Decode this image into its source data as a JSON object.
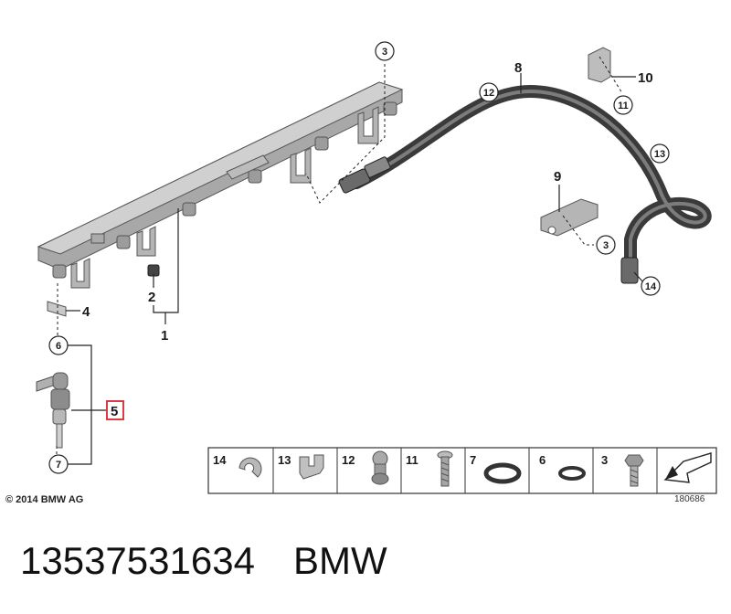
{
  "callouts": {
    "c1": "1",
    "c2": "2",
    "c3a": "3",
    "c4": "4",
    "c5": "5",
    "c6": "6",
    "c7": "7",
    "c8": "8",
    "c9": "9",
    "c10": "10",
    "c11": "11",
    "c12": "12",
    "c13": "13",
    "c14": "14",
    "c3b": "3"
  },
  "legend": {
    "cells": [
      {
        "label": "14",
        "icon": "hose-clip-icon"
      },
      {
        "label": "13",
        "icon": "double-clip-icon"
      },
      {
        "label": "12",
        "icon": "grommet-icon"
      },
      {
        "label": "11",
        "icon": "screw-icon"
      },
      {
        "label": "7",
        "icon": "o-ring-large-icon"
      },
      {
        "label": "6",
        "icon": "o-ring-small-icon"
      },
      {
        "label": "3",
        "icon": "hex-bolt-icon"
      },
      {
        "label": "",
        "icon": "arrow-icon"
      }
    ]
  },
  "copyright": "© 2014 BMW AG",
  "diagram_id": "180686",
  "footer": {
    "part_number": "13537531634",
    "brand": "BMW"
  },
  "colors": {
    "highlight": "#d7262e",
    "part_gray": "#9a9a9a",
    "line": "#1a1a1a"
  }
}
